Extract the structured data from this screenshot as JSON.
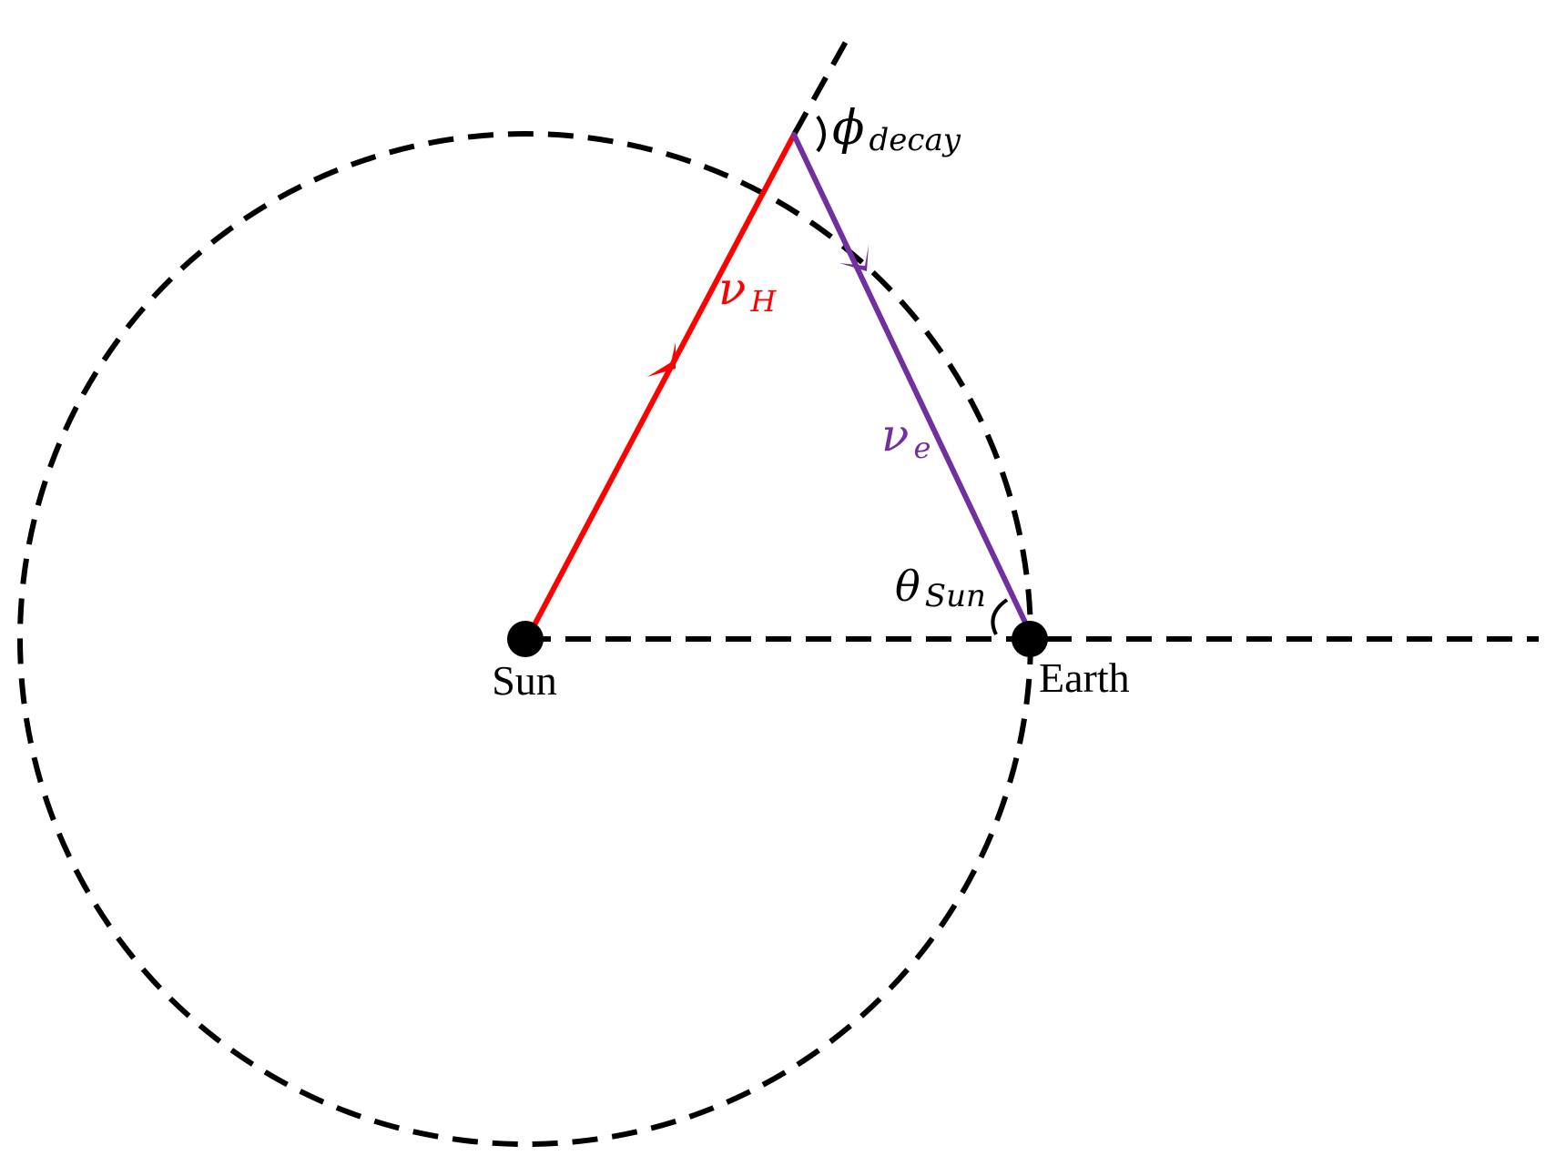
{
  "labels": {
    "sun": "Sun",
    "earth": "Earth",
    "phi_symbol": "ϕ",
    "phi_subscript": "decay",
    "theta_symbol": "θ",
    "theta_subscript": "Sun",
    "nu_h_symbol": "ν",
    "nu_h_subscript": "H",
    "nu_e_symbol": "ν",
    "nu_e_subscript": "e"
  },
  "colors": {
    "nu_h": "#ff0000",
    "nu_e": "#7030a0",
    "orbit": "#000000",
    "bodies": "#000000"
  }
}
